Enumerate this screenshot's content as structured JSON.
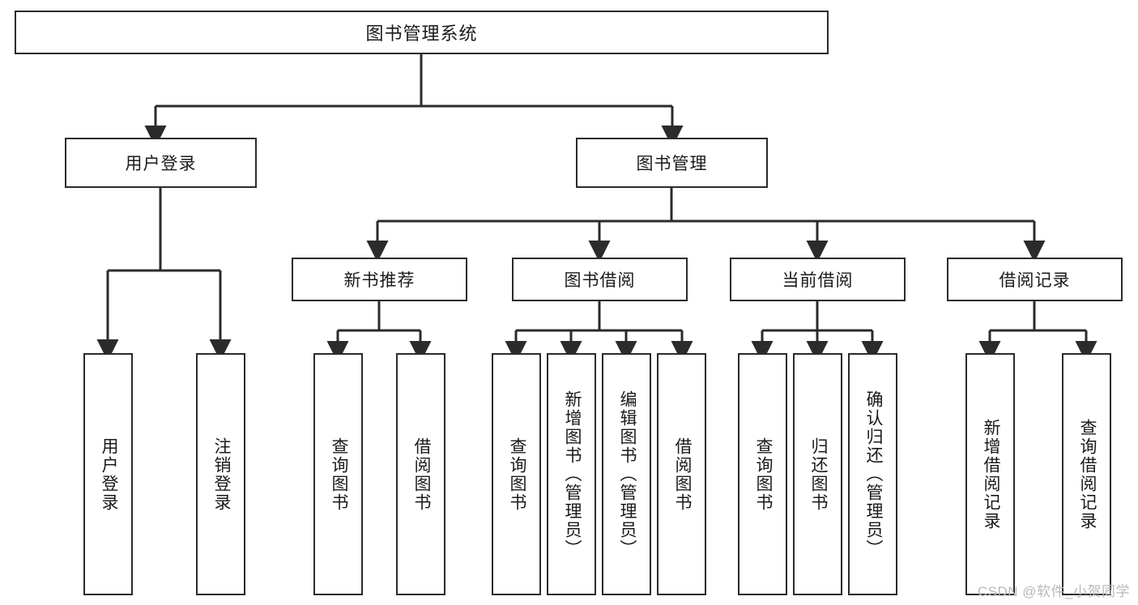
{
  "diagram": {
    "title": "图书管理系统",
    "type": "tree-hierarchy-diagram",
    "colors": {
      "stroke": "#2b2b2b",
      "background": "#ffffff",
      "text": "#1a1a1a",
      "watermark": "#b9b9b9"
    },
    "root": {
      "label": "图书管理系统"
    },
    "level2": [
      {
        "label": "用户登录"
      },
      {
        "label": "图书管理"
      }
    ],
    "level3": [
      {
        "label": "新书推荐"
      },
      {
        "label": "图书借阅"
      },
      {
        "label": "当前借阅"
      },
      {
        "label": "借阅记录"
      }
    ],
    "leaves": {
      "user_login": [
        {
          "label": "用户登录"
        },
        {
          "label": "注销登录"
        }
      ],
      "new_book_recommend": [
        {
          "label": "查询图书"
        },
        {
          "label": "借阅图书"
        }
      ],
      "book_borrow": [
        {
          "label": "查询图书"
        },
        {
          "label": "新增图书（管理员）"
        },
        {
          "label": "编辑图书（管理员）"
        },
        {
          "label": "借阅图书"
        }
      ],
      "current_borrow": [
        {
          "label": "查询图书"
        },
        {
          "label": "归还图书"
        },
        {
          "label": "确认归还（管理员）"
        }
      ],
      "borrow_record": [
        {
          "label": "新增借阅记录"
        },
        {
          "label": "查询借阅记录"
        }
      ]
    }
  },
  "watermark": {
    "text": "CSDN @软件_小贺同学"
  }
}
